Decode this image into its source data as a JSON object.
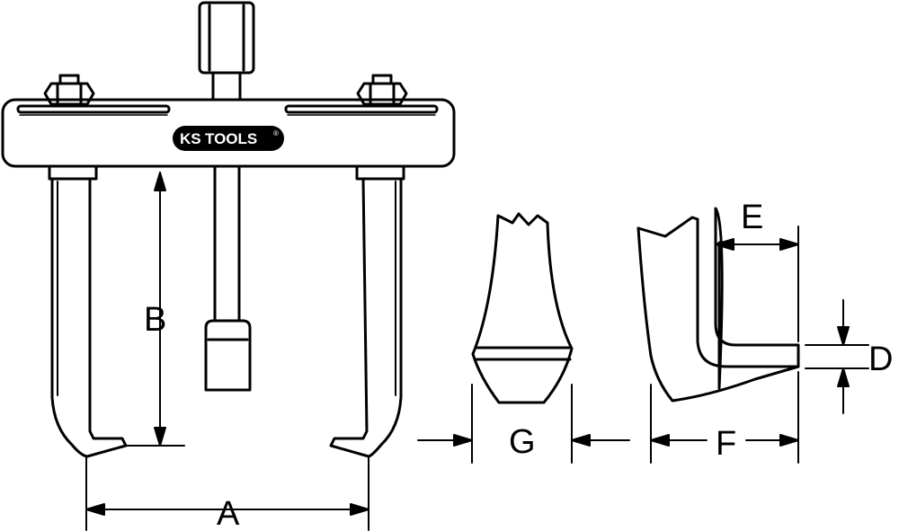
{
  "logo": {
    "brand_a": "KS",
    "brand_b": "TOOLS",
    "mark": "®"
  },
  "dimensions": {
    "a": "A",
    "b": "B",
    "d": "D",
    "e": "E",
    "f": "F",
    "g": "G"
  },
  "colors": {
    "line": "#000000",
    "background": "#ffffff",
    "logo_bg": "#000000",
    "logo_text": "#ffffff"
  }
}
